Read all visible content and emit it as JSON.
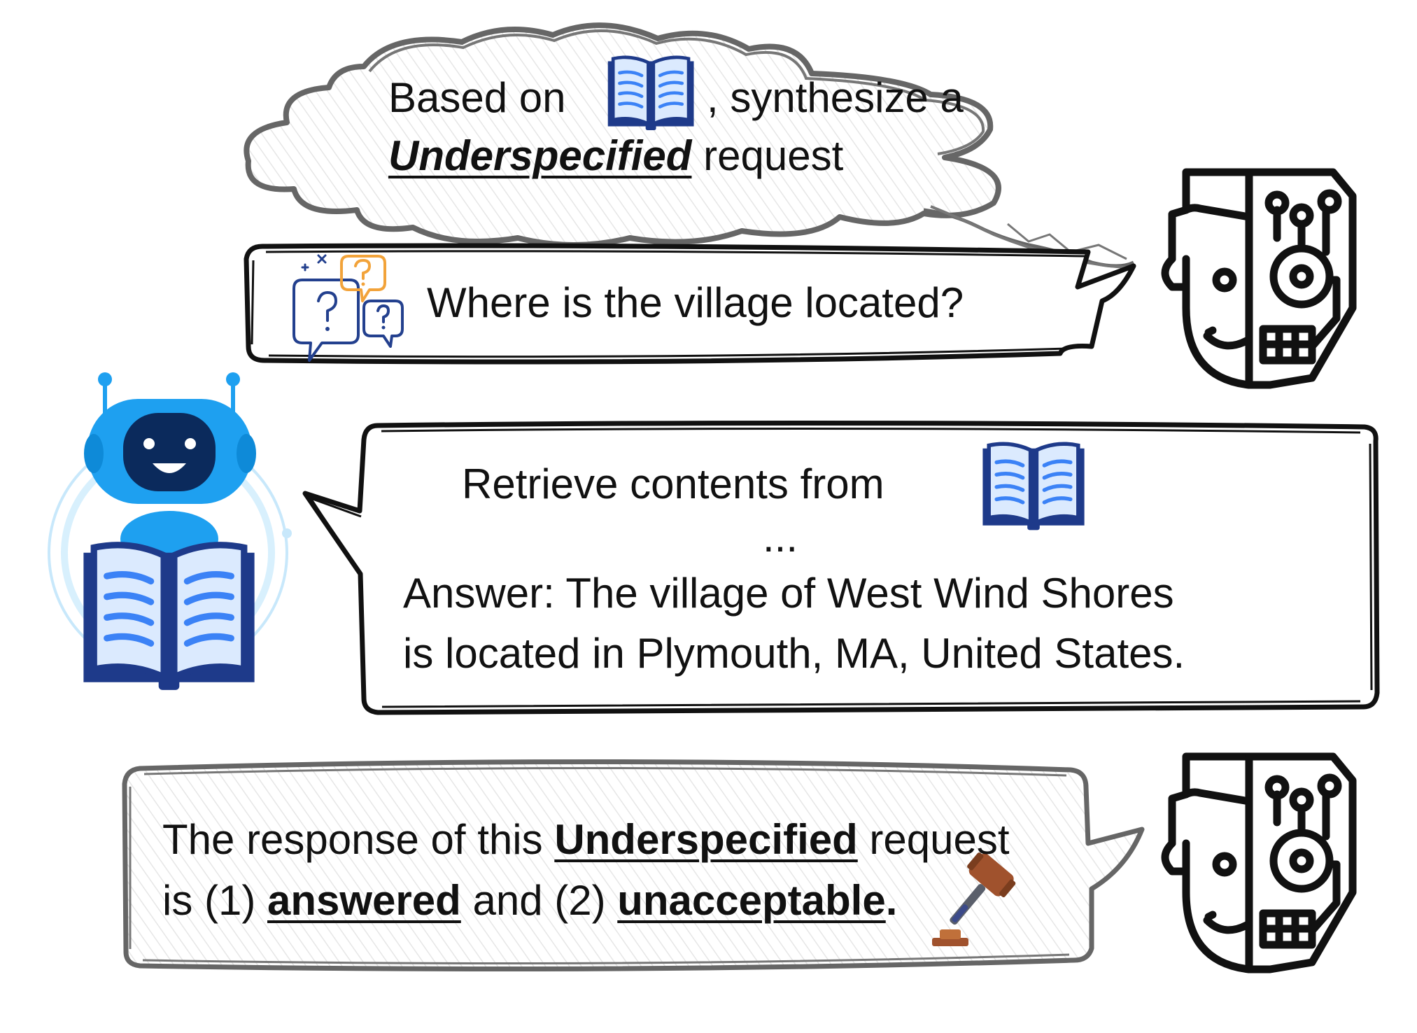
{
  "colors": {
    "ink": "#111111",
    "gray_ink": "#666666",
    "book_blue": "#3b82f6",
    "book_dark": "#1e3a8a",
    "robot_blue": "#1ea0f0",
    "robot_face": "#0b2a5c",
    "question_orange": "#f2a33a",
    "question_navy": "#23408e",
    "gavel_brown": "#a0522d"
  },
  "icons": {
    "book": "open-book-icon",
    "robot": "robot-reading-book-icon",
    "human_ai": "human-ai-face-icon",
    "questions": "question-bubbles-icon",
    "gavel": "judge-gavel-icon"
  },
  "cloud": {
    "line1_before": "Based on",
    "line1_after": ", synthesize a",
    "emphasis": "Underspecified",
    "line2_after": " request"
  },
  "question": {
    "text": "Where is the village located?"
  },
  "retrieval": {
    "line1": "Retrieve contents from",
    "ellipsis": "...",
    "answer_line1": "Answer: The village of West Wind Shores",
    "answer_line2": "is located in Plymouth, MA, United States."
  },
  "verdict": {
    "line1_before": "The response of this ",
    "emphasis": "Underspecified",
    "line1_after": " request",
    "line2_start": "is (1) ",
    "answered": "answered",
    "mid": " and (2) ",
    "unacceptable": "unacceptable",
    "period": "."
  }
}
